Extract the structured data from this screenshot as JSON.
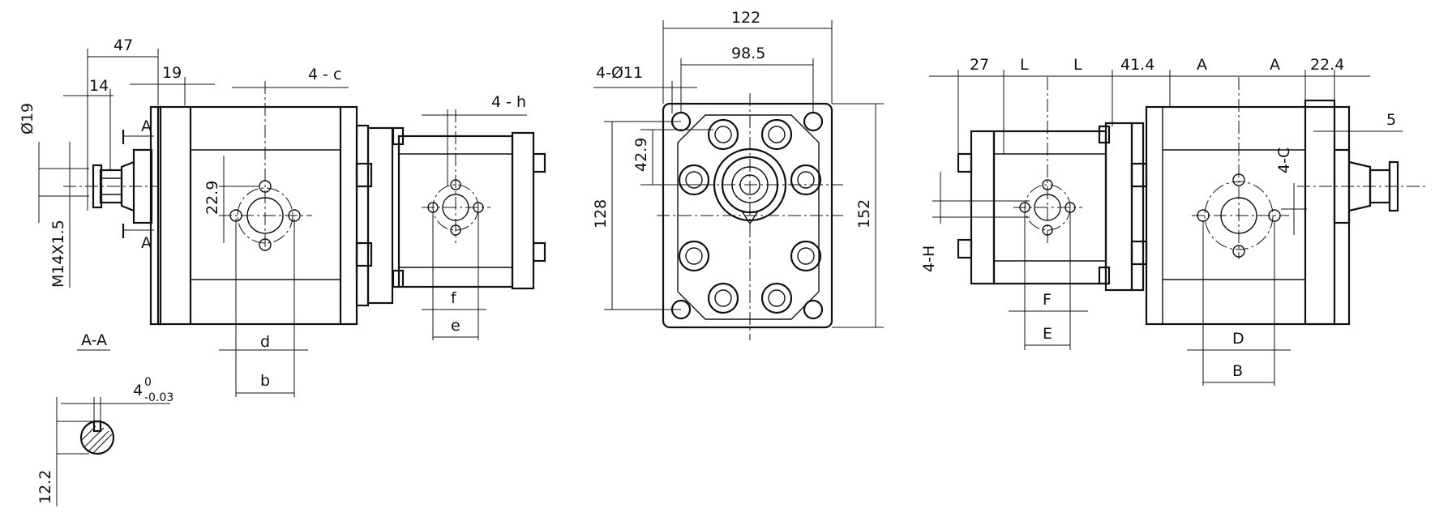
{
  "side_view": {
    "dim_47": "47",
    "dim_14": "14",
    "dim_19": "19",
    "dim_4c": "4 - c",
    "dim_4h": "4 - h",
    "dim_phi19": "Ø19",
    "thread": "M14X1.5",
    "section_mark_top": "A",
    "section_mark_bottom": "A",
    "dim_22_9": "22.9",
    "dim_d": "d",
    "dim_b": "b",
    "dim_f": "f",
    "dim_e": "e"
  },
  "section": {
    "label": "A-A",
    "key_width": "4",
    "key_tol_upper": "0",
    "key_tol_lower": "-0.03",
    "key_height": "12.2"
  },
  "front_view": {
    "dim_122": "122",
    "dim_98_5": "98.5",
    "holes": "4-Ø11",
    "dim_42_9": "42.9",
    "dim_128": "128",
    "dim_152": "152"
  },
  "rear_view": {
    "dim_27": "27",
    "dim_L1": "L",
    "dim_L2": "L",
    "dim_41_4": "41.4",
    "dim_A1": "A",
    "dim_A2": "A",
    "dim_22_4": "22.4",
    "dim_5": "5",
    "dim_4C": "4-C",
    "dim_4H": "4-H",
    "dim_F": "F",
    "dim_E": "E",
    "dim_D": "D",
    "dim_B": "B"
  }
}
